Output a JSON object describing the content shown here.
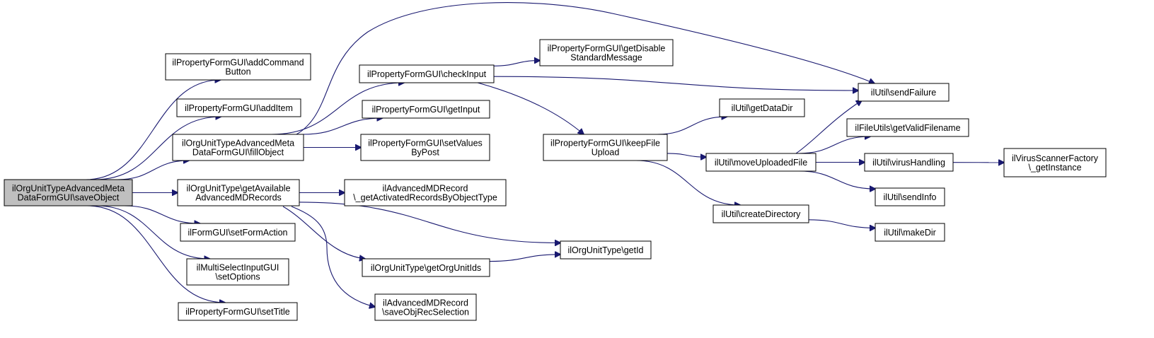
{
  "diagram": {
    "type": "call-graph",
    "colors": {
      "edge": "#191970",
      "root_fill": "#bfbfbf",
      "node_fill": "#ffffff",
      "border": "#000000"
    },
    "nodes": [
      {
        "id": "n0",
        "lines": [
          "ilOrgUnitTypeAdvancedMeta",
          "DataFormGUI\\saveObject"
        ]
      },
      {
        "id": "n1",
        "lines": [
          "ilPropertyFormGUI\\addCommand",
          "Button"
        ]
      },
      {
        "id": "n2",
        "lines": [
          "ilPropertyFormGUI\\addItem"
        ]
      },
      {
        "id": "n3",
        "lines": [
          "ilOrgUnitTypeAdvancedMeta",
          "DataFormGUI\\fillObject"
        ]
      },
      {
        "id": "n4",
        "lines": [
          "ilOrgUnitType\\getAvailable",
          "AdvancedMDRecords"
        ]
      },
      {
        "id": "n5",
        "lines": [
          "ilFormGUI\\setFormAction"
        ]
      },
      {
        "id": "n6",
        "lines": [
          "ilMultiSelectInputGUI",
          "\\setOptions"
        ]
      },
      {
        "id": "n7",
        "lines": [
          "ilPropertyFormGUI\\setTitle"
        ]
      },
      {
        "id": "n8",
        "lines": [
          "ilPropertyFormGUI\\checkInput"
        ]
      },
      {
        "id": "n9",
        "lines": [
          "ilPropertyFormGUI\\getInput"
        ]
      },
      {
        "id": "n10",
        "lines": [
          "ilPropertyFormGUI\\setValues",
          "ByPost"
        ]
      },
      {
        "id": "n11",
        "lines": [
          "ilAdvancedMDRecord",
          "\\_getActivatedRecordsByObjectType"
        ]
      },
      {
        "id": "n12",
        "lines": [
          "ilOrgUnitType\\getOrgUnitIds"
        ]
      },
      {
        "id": "n13",
        "lines": [
          "ilAdvancedMDRecord",
          "\\saveObjRecSelection"
        ]
      },
      {
        "id": "n14",
        "lines": [
          "ilPropertyFormGUI\\getDisable",
          "StandardMessage"
        ]
      },
      {
        "id": "n15",
        "lines": [
          "ilPropertyFormGUI\\keepFile",
          "Upload"
        ]
      },
      {
        "id": "n16",
        "lines": [
          "ilOrgUnitType\\getId"
        ]
      },
      {
        "id": "n17",
        "lines": [
          "ilUtil\\sendFailure"
        ]
      },
      {
        "id": "n18",
        "lines": [
          "ilUtil\\getDataDir"
        ]
      },
      {
        "id": "n19",
        "lines": [
          "ilUtil\\moveUploadedFile"
        ]
      },
      {
        "id": "n20",
        "lines": [
          "ilUtil\\createDirectory"
        ]
      },
      {
        "id": "n21",
        "lines": [
          "ilFileUtils\\getValidFilename"
        ]
      },
      {
        "id": "n22",
        "lines": [
          "ilUtil\\virusHandling"
        ]
      },
      {
        "id": "n23",
        "lines": [
          "ilUtil\\sendInfo"
        ]
      },
      {
        "id": "n24",
        "lines": [
          "ilUtil\\makeDir"
        ]
      },
      {
        "id": "n25",
        "lines": [
          "ilVirusScannerFactory",
          "\\_getInstance"
        ]
      }
    ],
    "edges": [
      {
        "from": "n0",
        "to": "n1"
      },
      {
        "from": "n0",
        "to": "n2"
      },
      {
        "from": "n0",
        "to": "n3"
      },
      {
        "from": "n0",
        "to": "n4"
      },
      {
        "from": "n0",
        "to": "n5"
      },
      {
        "from": "n0",
        "to": "n6"
      },
      {
        "from": "n0",
        "to": "n7"
      },
      {
        "from": "n3",
        "to": "n8"
      },
      {
        "from": "n3",
        "to": "n9"
      },
      {
        "from": "n3",
        "to": "n10"
      },
      {
        "from": "n3",
        "to": "n17"
      },
      {
        "from": "n4",
        "to": "n11"
      },
      {
        "from": "n4",
        "to": "n12"
      },
      {
        "from": "n4",
        "to": "n13"
      },
      {
        "from": "n4",
        "to": "n16"
      },
      {
        "from": "n8",
        "to": "n14"
      },
      {
        "from": "n8",
        "to": "n17"
      },
      {
        "from": "n8",
        "to": "n15"
      },
      {
        "from": "n12",
        "to": "n16"
      },
      {
        "from": "n15",
        "to": "n18"
      },
      {
        "from": "n15",
        "to": "n19"
      },
      {
        "from": "n15",
        "to": "n20"
      },
      {
        "from": "n19",
        "to": "n17"
      },
      {
        "from": "n19",
        "to": "n21"
      },
      {
        "from": "n19",
        "to": "n22"
      },
      {
        "from": "n19",
        "to": "n23"
      },
      {
        "from": "n20",
        "to": "n24"
      },
      {
        "from": "n22",
        "to": "n25"
      }
    ]
  }
}
